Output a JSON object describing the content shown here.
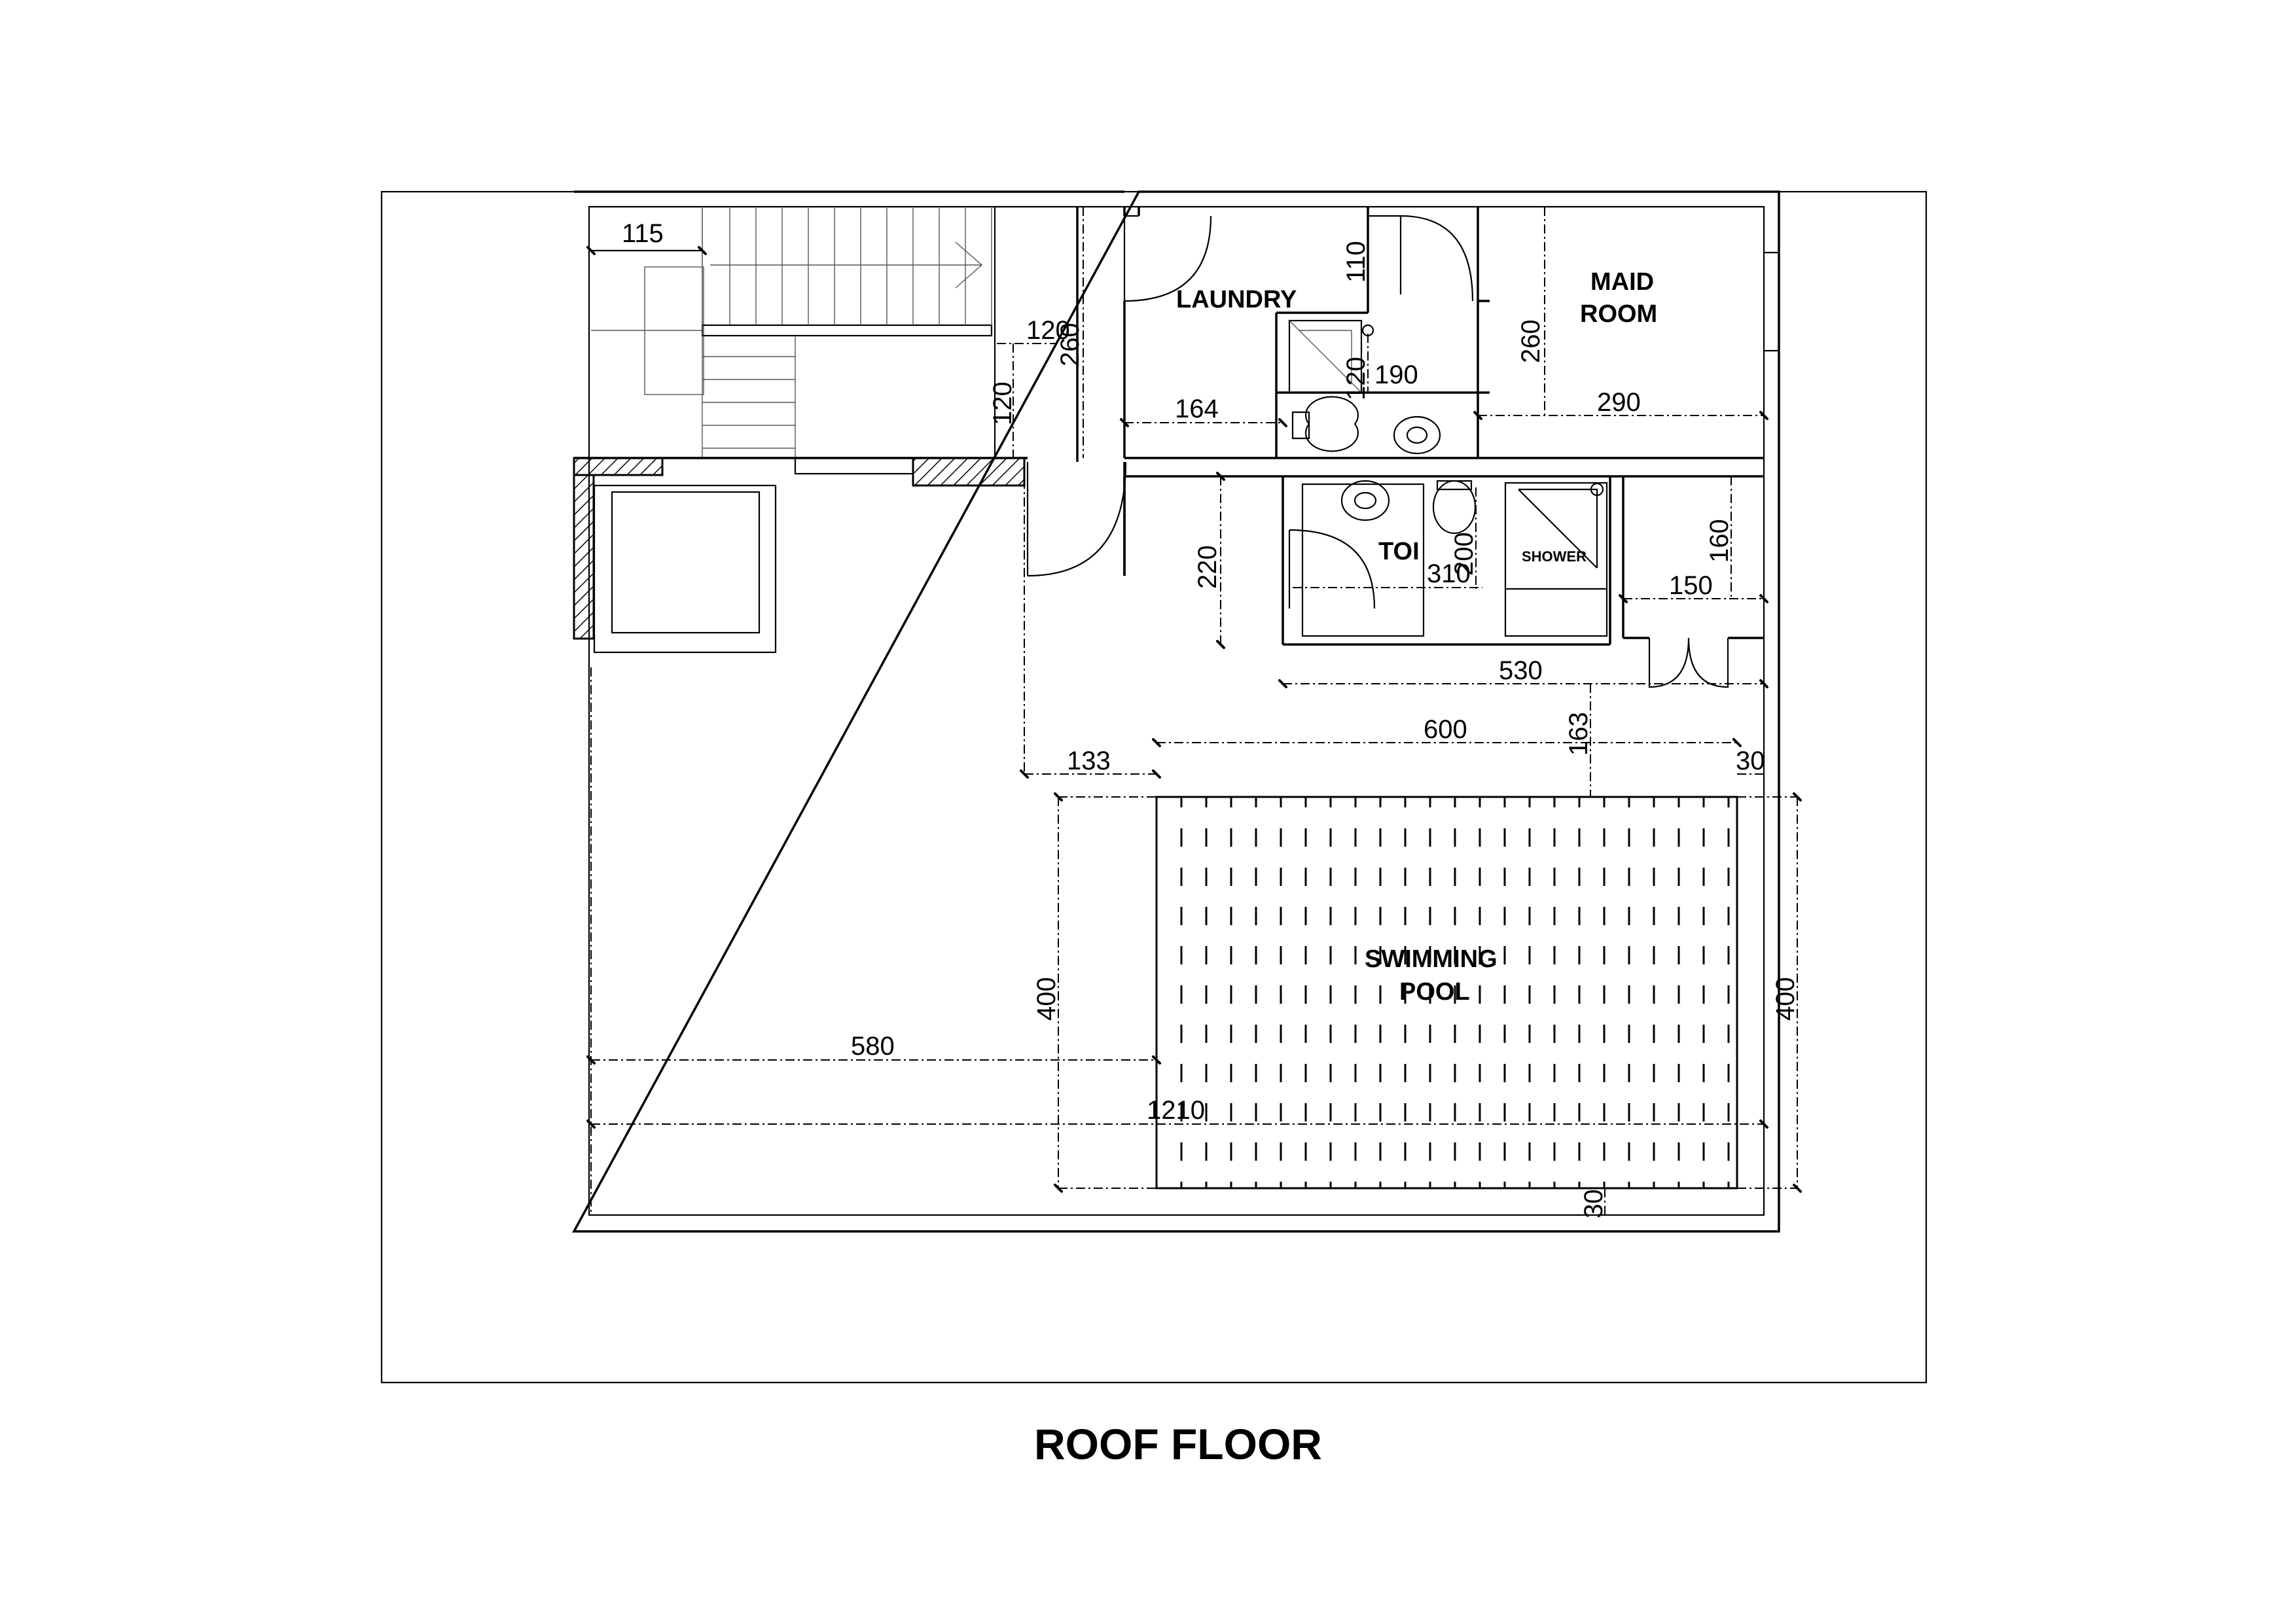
{
  "title": "ROOF FLOOR",
  "rooms": {
    "laundry": "LAUNDRY",
    "maid_room_line1": "MAID",
    "maid_room_line2": "ROOM",
    "toilet": "TOI",
    "shower": "SHOWER",
    "pool_line1": "SWIMMING",
    "pool_line2": "POOL"
  },
  "dimensions": {
    "stair_115": "115",
    "d_120a": "120",
    "d_260a": "260",
    "d_120b": "120",
    "d_110": "110",
    "d_164": "164",
    "d_190": "190",
    "d_120c": "120",
    "d_260b": "260",
    "d_290": "290",
    "d_220": "220",
    "d_310": "310",
    "d_200": "200",
    "d_160": "160",
    "d_150": "150",
    "d_530": "530",
    "d_163": "163",
    "d_133": "133",
    "d_600": "600",
    "d_30a": "30",
    "d_400a": "400",
    "d_400b": "400",
    "d_580": "580",
    "d_1210": "1210",
    "d_30b": "30"
  },
  "colors": {
    "line": "#000000",
    "background": "#ffffff"
  }
}
